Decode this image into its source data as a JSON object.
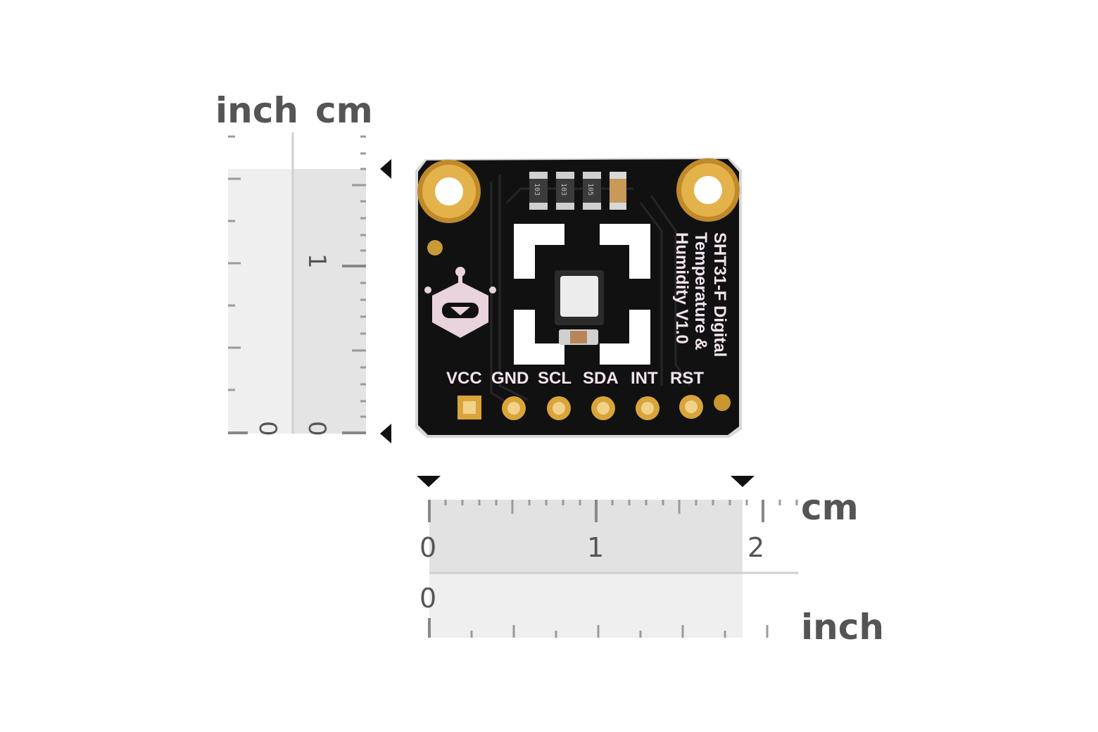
{
  "vertical_ruler": {
    "unit_inch": "inch",
    "unit_cm": "cm",
    "inch_zero": "0",
    "cm_zero": "0",
    "cm_one": "1"
  },
  "horizontal_ruler": {
    "unit_cm": "cm",
    "unit_inch": "inch",
    "cm_labels": [
      "0",
      "1",
      "2"
    ],
    "inch_zero": "0"
  },
  "board": {
    "title_lines": [
      "SHT31-F Digital",
      "Temperature &",
      "Humidity V1.0"
    ],
    "pins": [
      "VCC",
      "GND",
      "SCL",
      "SDA",
      "INT",
      "RST"
    ],
    "resistor_codes": [
      "103",
      "103",
      "105"
    ]
  },
  "colors": {
    "pcb": "#111111",
    "gold": "#d9a43a",
    "ruler_shade": "#e4e4e4",
    "ruler_light": "#efefef",
    "silkscreen": "#f1e4ee",
    "text": "#555555"
  }
}
